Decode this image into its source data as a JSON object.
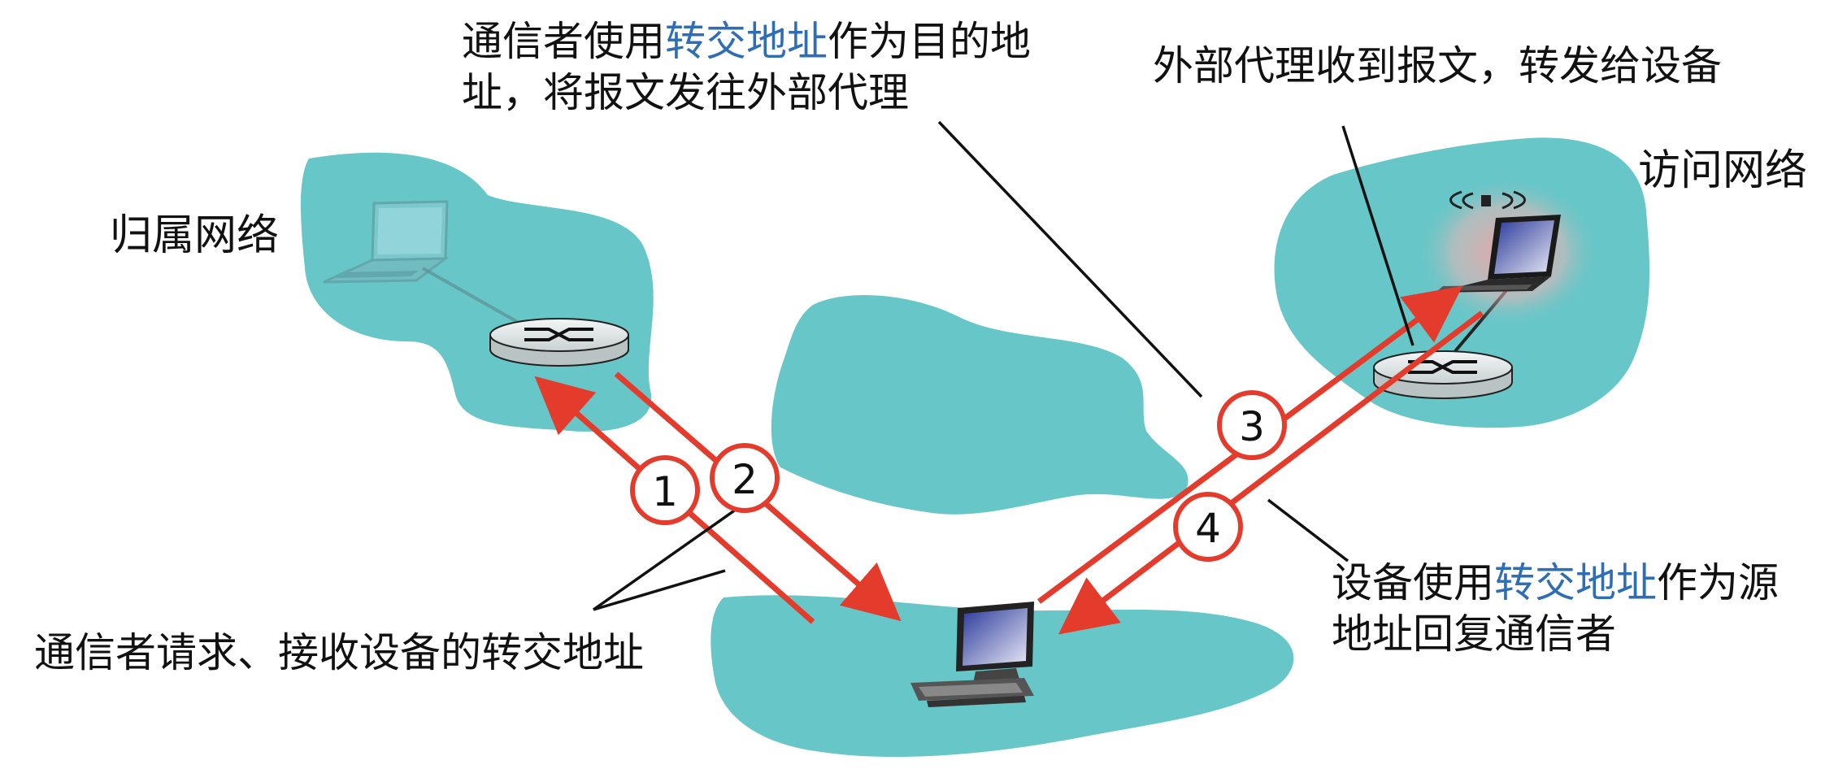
{
  "networks": {
    "home": "归属网络",
    "visited": "访问网络"
  },
  "callouts": {
    "step1_request": "通信者请求、接收设备的转交地址",
    "step2_line1_a": "通信者使用",
    "step2_line1_hl": "转交地址",
    "step2_line1_b": "作为目的地",
    "step2_line2": "址，将报文发往外部代理",
    "step3": "外部代理收到报文，转发给设备",
    "step4_line1_a": "设备使用",
    "step4_line1_hl": "转交地址",
    "step4_line1_b": "作为源",
    "step4_line2": "地址回复通信者"
  },
  "steps": [
    "1",
    "2",
    "3",
    "4"
  ],
  "colors": {
    "network": "#66c6c8",
    "arrow": "#e33b2c",
    "highlight": "#2f6db5",
    "text": "#111111"
  },
  "icons": {
    "home_device": "laptop-icon",
    "visited_device": "laptop-wireless-icon",
    "correspondent": "desktop-computer-icon",
    "router": "router-icon"
  }
}
